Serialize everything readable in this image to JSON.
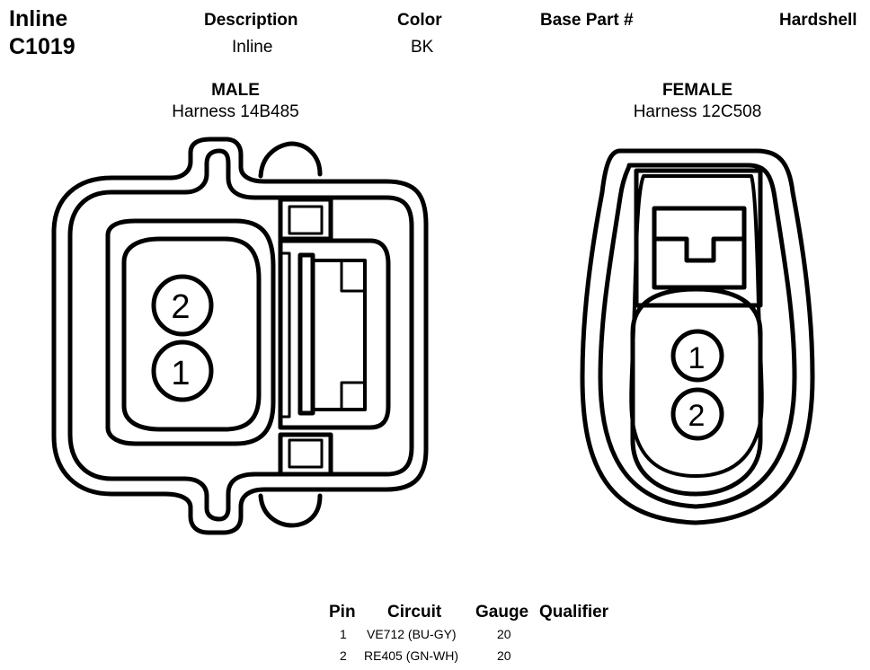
{
  "connector": {
    "type_label": "Inline",
    "id": "C1019"
  },
  "header": {
    "description_label": "Description",
    "description_value": "Inline",
    "color_label": "Color",
    "color_value": "BK",
    "base_part_label": "Base Part #",
    "hardshell_label": "Hardshell"
  },
  "male": {
    "label": "MALE",
    "harness": "Harness 14B485",
    "pins": [
      "2",
      "1"
    ]
  },
  "female": {
    "label": "FEMALE",
    "harness": "Harness 12C508",
    "pins": [
      "1",
      "2"
    ]
  },
  "pin_table": {
    "headers": [
      "Pin",
      "Circuit",
      "Gauge",
      "Qualifier"
    ],
    "rows": [
      {
        "pin": "1",
        "circuit": "VE712 (BU-GY)",
        "gauge": "20"
      },
      {
        "pin": "2",
        "circuit": "RE405 (GN-WH)",
        "gauge": "20"
      }
    ]
  },
  "colors": {
    "stroke": "#000000",
    "background": "#ffffff"
  }
}
